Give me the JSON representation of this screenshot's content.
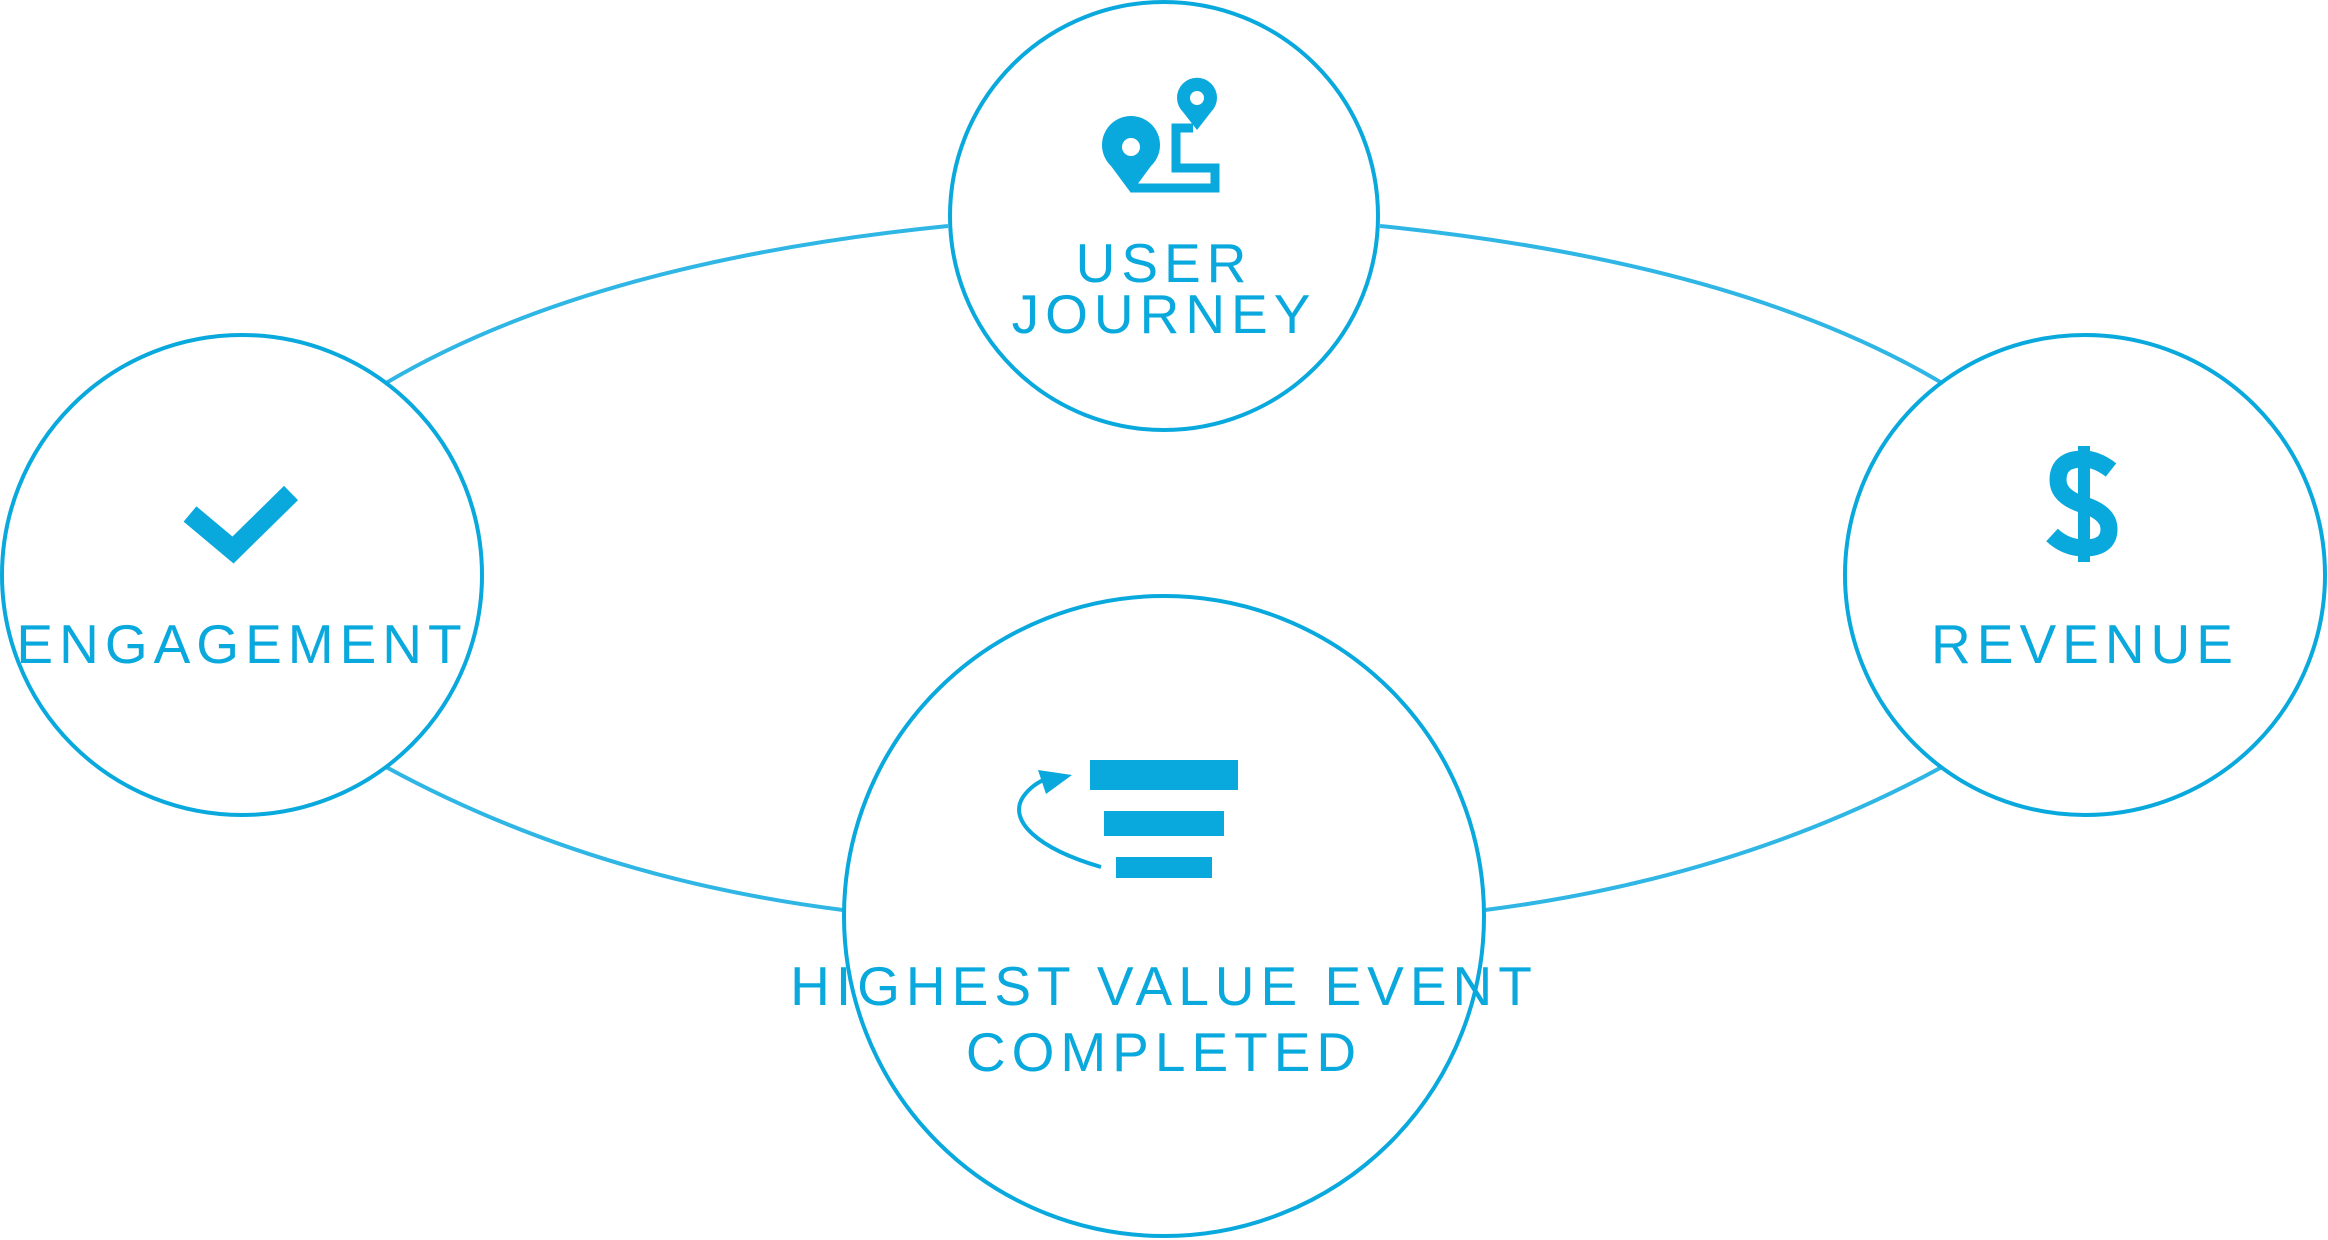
{
  "colors": {
    "accent": "#0aa9dd",
    "connector": "#2fb6e4",
    "background": "#ffffff"
  },
  "nodes": {
    "user_journey": {
      "icon": "map-route-icon",
      "line1": "USER",
      "line2": "JOURNEY"
    },
    "engagement": {
      "icon": "checkmark-icon",
      "label": "ENGAGEMENT"
    },
    "revenue": {
      "icon": "dollar-sign-icon",
      "label": "REVENUE"
    },
    "highest_value_event": {
      "icon": "funnel-loop-icon",
      "line1": "HIGHEST VALUE EVENT",
      "line2": "COMPLETED"
    }
  }
}
